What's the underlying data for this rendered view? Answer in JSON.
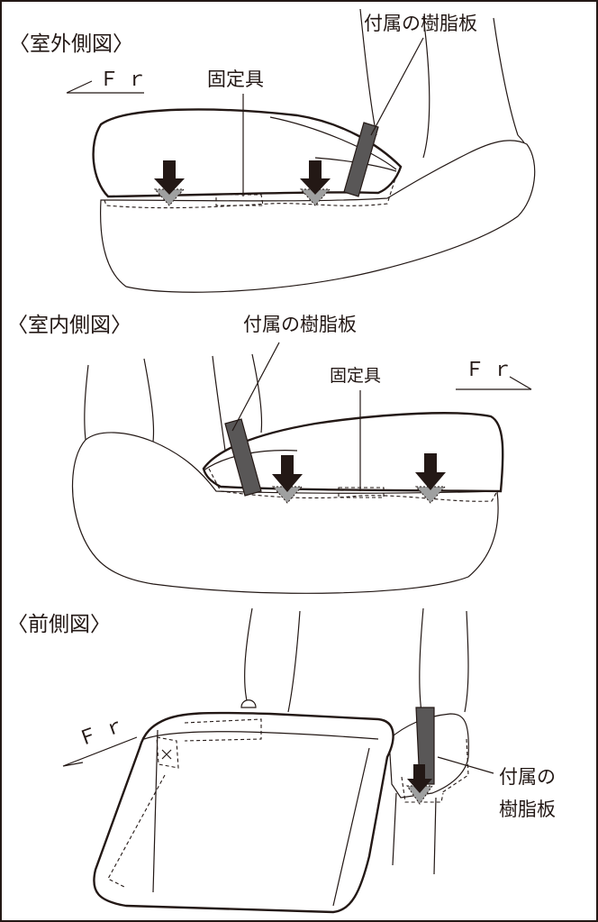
{
  "views": {
    "outer": {
      "title": "〈室外側図〉",
      "fr": "Ｆｒ",
      "fixture_label": "固定具",
      "plate_label": "付属の樹脂板"
    },
    "inner": {
      "title": "〈室内側図〉",
      "fr": "Ｆｒ",
      "fixture_label": "固定具",
      "plate_label": "付属の樹脂板"
    },
    "front": {
      "title": "〈前側図〉",
      "fr": "Ｆｒ",
      "plate_label_line1": "付属の",
      "plate_label_line2": "樹脂板"
    }
  },
  "colors": {
    "line": "#231815",
    "plate": "#595757",
    "arrow": "#231815",
    "triangle": "#9fa0a0"
  }
}
